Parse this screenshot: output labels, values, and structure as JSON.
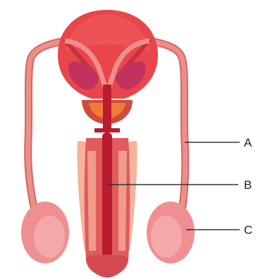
{
  "diagram": {
    "labels": [
      {
        "id": "A",
        "text": "A"
      },
      {
        "id": "B",
        "text": "B"
      },
      {
        "id": "C",
        "text": "C"
      }
    ],
    "colors": {
      "bladder": "#e8464b",
      "bladder_dark": "#d83338",
      "duct": "#ec8f8a",
      "duct_outline": "#d86560",
      "seminal_vesicle": "#c2325e",
      "prostate": "#ef7a3a",
      "testis": "#f08f92",
      "shaft": "#e05a5e",
      "urethra": "#b91c2e",
      "tissue": "#f5b39a",
      "line": "#333333"
    }
  }
}
